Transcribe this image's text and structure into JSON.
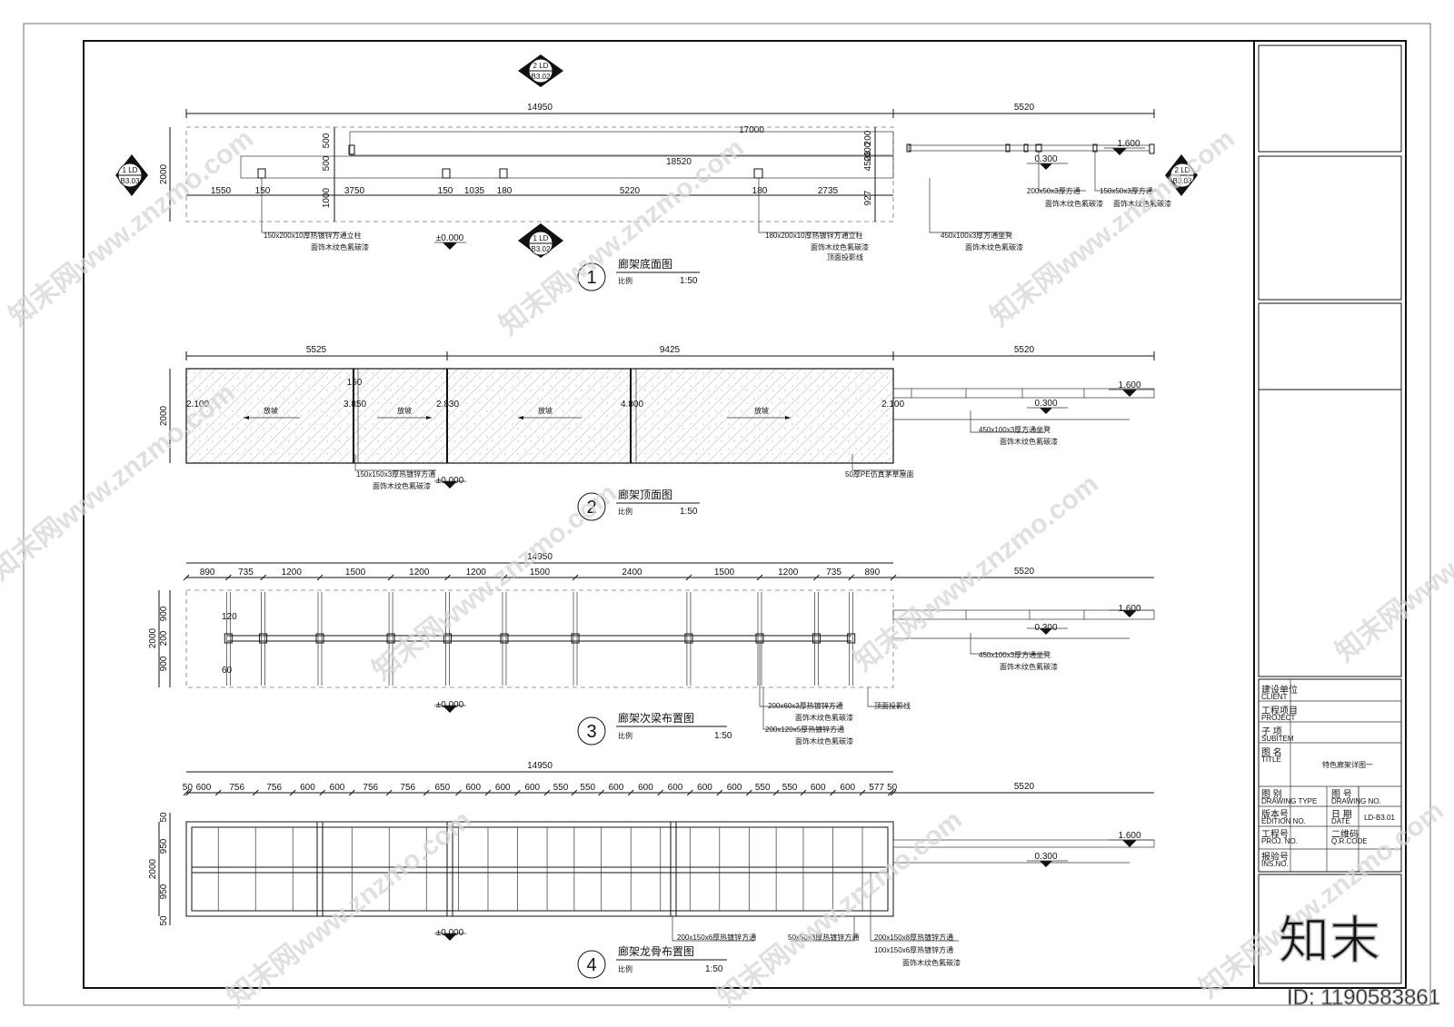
{
  "sheet": {
    "outer_frame": "drawing-frame",
    "markers": {
      "top": {
        "num": "2 LD",
        "ref": "B3.02"
      },
      "left": {
        "num": "1 LD",
        "ref": "B3.03"
      },
      "right": {
        "num": "2 LD",
        "ref": "B3.03"
      },
      "bottom": {
        "num": "1 LD",
        "ref": "B3.02"
      }
    }
  },
  "view1": {
    "num": "1",
    "title": "廊架底面图",
    "scale_label": "比例",
    "scale": "1:50",
    "dims_top": [
      "14950",
      "5520"
    ],
    "dim_17000": "17000",
    "dim_18520": "18520",
    "dims_bottom": [
      "1550",
      "150",
      "3750",
      "150",
      "1035",
      "180",
      "5220",
      "180",
      "2735"
    ],
    "dims_left": [
      "2000"
    ],
    "dims_mid_v": [
      "500",
      "500",
      "1000"
    ],
    "dims_right_v": [
      "200",
      "400",
      "23",
      "450",
      "927"
    ],
    "elev_zero": "±0.000",
    "elev_1600": "1.600",
    "elev_0300": "0.300",
    "callouts": {
      "c1a": "150x200x10厚热镀锌方通立柱",
      "c1b": "面饰木纹色氟碳漆",
      "c2a": "180x200x10厚热镀锌方通立柱",
      "c2b": "面饰木纹色氟碳漆",
      "c2c": "顶面投影线",
      "c3a": "450x100x3厚方通坐凳",
      "c3b": "面饰木纹色氟碳漆",
      "c4a": "200x50x3厚方通",
      "c4b": "面饰木纹色氟碳漆",
      "c5a": "150x50x3厚方通",
      "c5b": "面饰木纹色氟碳漆"
    }
  },
  "view2": {
    "num": "2",
    "title": "廊架顶面图",
    "scale_label": "比例",
    "scale": "1:50",
    "dims_top": [
      "5525",
      "9425",
      "5520"
    ],
    "dim_150": "150",
    "dim_left": "2000",
    "elevs": [
      "2.100",
      "3.850",
      "2.830",
      "4.800",
      "2.100"
    ],
    "slope": "放坡",
    "elev_zero": "±0.000",
    "elev_1600": "1.600",
    "elev_0300": "0.300",
    "callouts": {
      "c1a": "150x150x3厚热镀锌方通",
      "c1b": "面饰木纹色氟碳漆",
      "c2": "50厚PE仿真茅草屋面",
      "c3a": "450x100x3厚方通坐凳",
      "c3b": "面饰木纹色氟碳漆"
    }
  },
  "view3": {
    "num": "3",
    "title": "廊架次梁布置图",
    "scale_label": "比例",
    "scale": "1:50",
    "dim_total": "14950",
    "dim_right": "5520",
    "dims_segments": [
      "890",
      "735",
      "1200",
      "1500",
      "1200",
      "1200",
      "1500",
      "2400",
      "1500",
      "1200",
      "735",
      "890"
    ],
    "dims_left": [
      "2000"
    ],
    "dims_left_parts": [
      "900",
      "200",
      "900"
    ],
    "dim_120": "120",
    "dim_60": "60",
    "elev_zero": "±0.000",
    "elev_1600": "1.600",
    "elev_0300": "0.300",
    "callouts": {
      "c1a": "200x60x3厚热镀锌方通",
      "c1b": "面饰木纹色氟碳漆",
      "c2a": "200x120x5厚热镀锌方通",
      "c2b": "面饰木纹色氟碳漆",
      "c3": "顶面投影线",
      "c4a": "450x100x3厚方通坐凳",
      "c4b": "面饰木纹色氟碳漆"
    }
  },
  "view4": {
    "num": "4",
    "title": "廊架龙骨布置图",
    "scale_label": "比例",
    "scale": "1:50",
    "dim_total": "14950",
    "dim_right": "5520",
    "dims_segments": [
      "50",
      "600",
      "756",
      "756",
      "600",
      "600",
      "756",
      "756",
      "650",
      "600",
      "600",
      "600",
      "550",
      "550",
      "600",
      "600",
      "600",
      "600",
      "600",
      "550",
      "550",
      "600",
      "600",
      "577",
      "50"
    ],
    "dims_left": [
      "2000"
    ],
    "dims_left_parts": [
      "50",
      "950",
      "950",
      "50"
    ],
    "elev_zero": "±0.000",
    "elev_1600": "1.600",
    "elev_0300": "0.300",
    "callouts": {
      "c1": "200x150x6厚热镀锌方通",
      "c2": "50x50x3厚热镀锌方通",
      "c3": "200x150x8厚热镀锌方通",
      "c4": "100x150x6厚热镀锌方通",
      "c5": "面饰木纹色氟碳漆"
    }
  },
  "title_block": {
    "rows": [
      {
        "cn": "建设单位",
        "en": "CLIENT",
        "value": ""
      },
      {
        "cn": "工程项目",
        "en": "PROJECT",
        "value": ""
      },
      {
        "cn": "子  项",
        "en": "SUBITEM",
        "value": ""
      },
      {
        "cn": "图  名",
        "en": "TITLE",
        "value": "特色廊架详图一"
      }
    ],
    "grid": [
      {
        "l_cn": "图  别",
        "l_en": "DRAWING TYPE",
        "r_cn": "图  号",
        "r_en": "DRAWING NO.",
        "r_val": ""
      },
      {
        "l_cn": "版本号",
        "l_en": "EDITION NO.",
        "r_cn": "日  期",
        "r_en": "DATE",
        "r_val": "LD-B3.01"
      },
      {
        "l_cn": "工程号",
        "l_en": "PROJ. NO.",
        "r_cn": "二维码",
        "r_en": "Q.R.CODE",
        "r_val": ""
      },
      {
        "l_cn": "报验号",
        "l_en": "INS.NO.",
        "r_cn": "",
        "r_en": "",
        "r_val": ""
      }
    ]
  },
  "watermark": {
    "text": "知末网www.znzmo.com",
    "logo": "知末",
    "id": "ID: 1190583861"
  }
}
